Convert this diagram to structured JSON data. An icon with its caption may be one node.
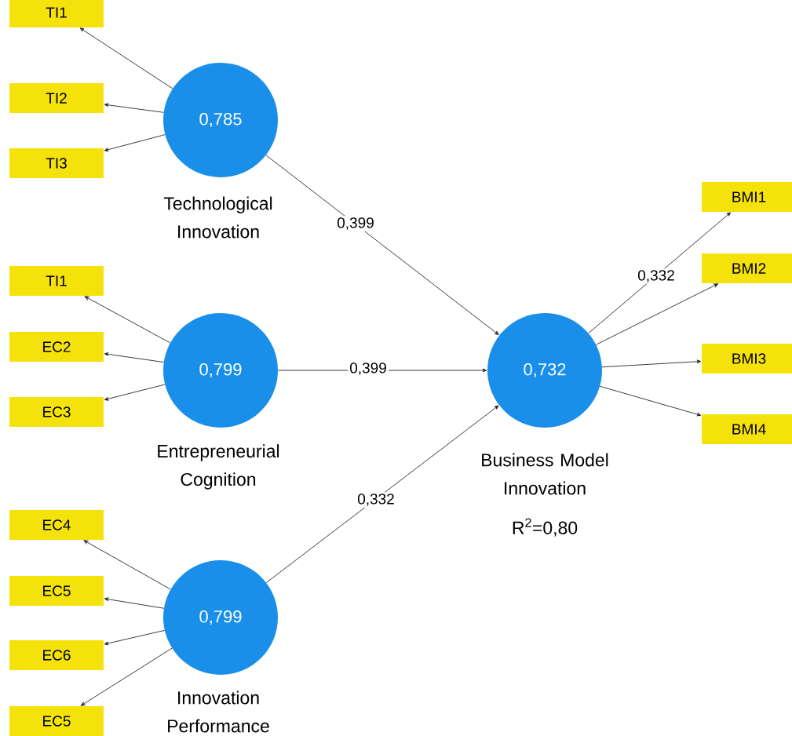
{
  "diagram": {
    "nodes": [
      {
        "text": [
          "TI1"
        ]
      },
      {
        "text": [
          "TI2"
        ]
      },
      {
        "text": [
          "TI3"
        ]
      },
      {
        "text": [
          "0,785"
        ],
        "beside": [
          "Technological Innovation"
        ]
      },
      {
        "text": [
          "TI1"
        ]
      },
      {
        "text": [
          "EC2"
        ]
      },
      {
        "text": [
          "EC3"
        ]
      },
      {
        "text": [
          "0,799"
        ],
        "beside": [
          "Entrepreneurial Cognition"
        ]
      },
      {
        "text": [
          "EC4"
        ]
      },
      {
        "text": [
          "EC5"
        ]
      },
      {
        "text": [
          "EC6"
        ]
      },
      {
        "text": [
          "EC5"
        ]
      },
      {
        "text": [
          "0,799"
        ],
        "beside": [
          "Innovation Performance"
        ]
      },
      {
        "text": [
          "0,732"
        ],
        "beside": [
          "Business Model Innovation",
          "R$^{2}$=0,80"
        ]
      },
      {
        "text": [
          "BMI1"
        ]
      },
      {
        "text": [
          "BMI2"
        ]
      },
      {
        "text": [
          "BMI3"
        ]
      },
      {
        "text": [
          "BMI4"
        ]
      }
    ],
    "edges": [
      {
        "from": 3,
        "to": 0,
        "arrow": "to"
      },
      {
        "from": 3,
        "to": 1,
        "arrow": "to"
      },
      {
        "from": 3,
        "to": 2,
        "arrow": "to"
      },
      {
        "from": 7,
        "to": 4,
        "arrow": "to"
      },
      {
        "from": 7,
        "to": 5,
        "arrow": "to"
      },
      {
        "from": 7,
        "to": 6,
        "arrow": "to"
      },
      {
        "from": 12,
        "to": 8,
        "arrow": "to"
      },
      {
        "from": 12,
        "to": 9,
        "arrow": "to"
      },
      {
        "from": 12,
        "to": 10,
        "arrow": "to"
      },
      {
        "from": 12,
        "to": 11,
        "arrow": "to"
      },
      {
        "from": 3,
        "to": 13,
        "arrow": "to",
        "label": "0,399"
      },
      {
        "from": 7,
        "to": 13,
        "arrow": "to",
        "label": "0,399"
      },
      {
        "from": 12,
        "to": 13,
        "arrow": "to",
        "label": "0,332"
      },
      {
        "from": 13,
        "to": 14,
        "arrow": "to",
        "label": "0,332"
      },
      {
        "from": 13,
        "to": 15,
        "arrow": "to"
      },
      {
        "from": 13,
        "to": 16,
        "arrow": "to"
      },
      {
        "from": 13,
        "to": 17,
        "arrow": "to"
      }
    ]
  }
}
